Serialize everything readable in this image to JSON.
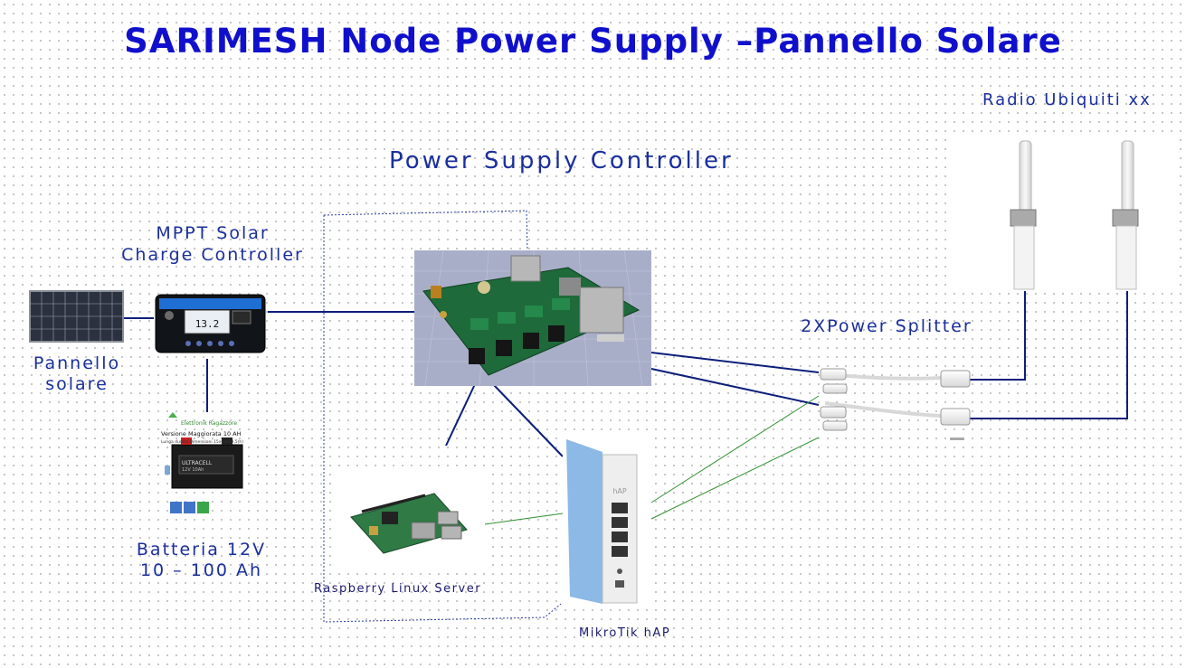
{
  "title": "SARIMESH Node Power Supply –Pannello Solare",
  "labels": {
    "power_supply_controller": "Power Supply Controller",
    "radio": "Radio Ubiquiti xx",
    "mppt_line1": "MPPT Solar",
    "mppt_line2": "Charge Controller",
    "power_splitter": "2XPower Splitter",
    "pannello_line1": "Pannello",
    "pannello_line2": "solare",
    "batteria_line1": "Batteria 12V",
    "batteria_line2": "10 – 100 Ah",
    "raspberry": "Raspberry Linux Server",
    "mikrotik": "MikroTik hAP"
  },
  "device_text": {
    "controller_display": "13.2",
    "battery_brand": "Elettronik Ragazzore",
    "battery_version": "Versione Maggiorata 10 AH",
    "battery_subtitle": "Lunga durata Dimensioni 15x6x6x9,5(h)",
    "battery_label": "ULTRACELL",
    "battery_capacity": "12V 10Ah",
    "mikrotik_logo": "hAP"
  },
  "colors": {
    "title": "#1010cc",
    "label": "#1a2f9c",
    "power_wire": "#0b1e7a",
    "ethernet_wire": "#2f8f2f",
    "dotted_border": "#2a3f9c"
  }
}
